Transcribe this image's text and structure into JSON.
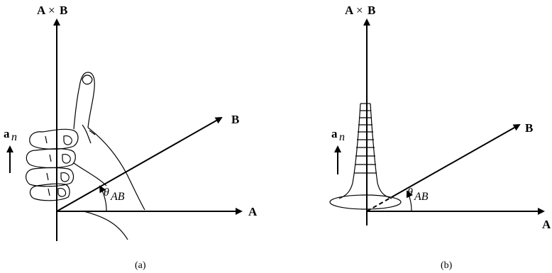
{
  "panel_a": {
    "top_label_left": "A",
    "top_label_op": "×",
    "top_label_right": "B",
    "a_n_main": "a",
    "a_n_sub": "n",
    "b_label": "B",
    "a_label": "A",
    "theta": "θ",
    "theta_sub": "AB",
    "caption": "(a)"
  },
  "panel_b": {
    "top_label_left": "A",
    "top_label_op": "×",
    "top_label_right": "B",
    "a_n_main": "a",
    "a_n_sub": "n",
    "b_label": "B",
    "a_label": "A",
    "theta": "θ",
    "theta_sub": "AB",
    "caption": "(b)"
  }
}
